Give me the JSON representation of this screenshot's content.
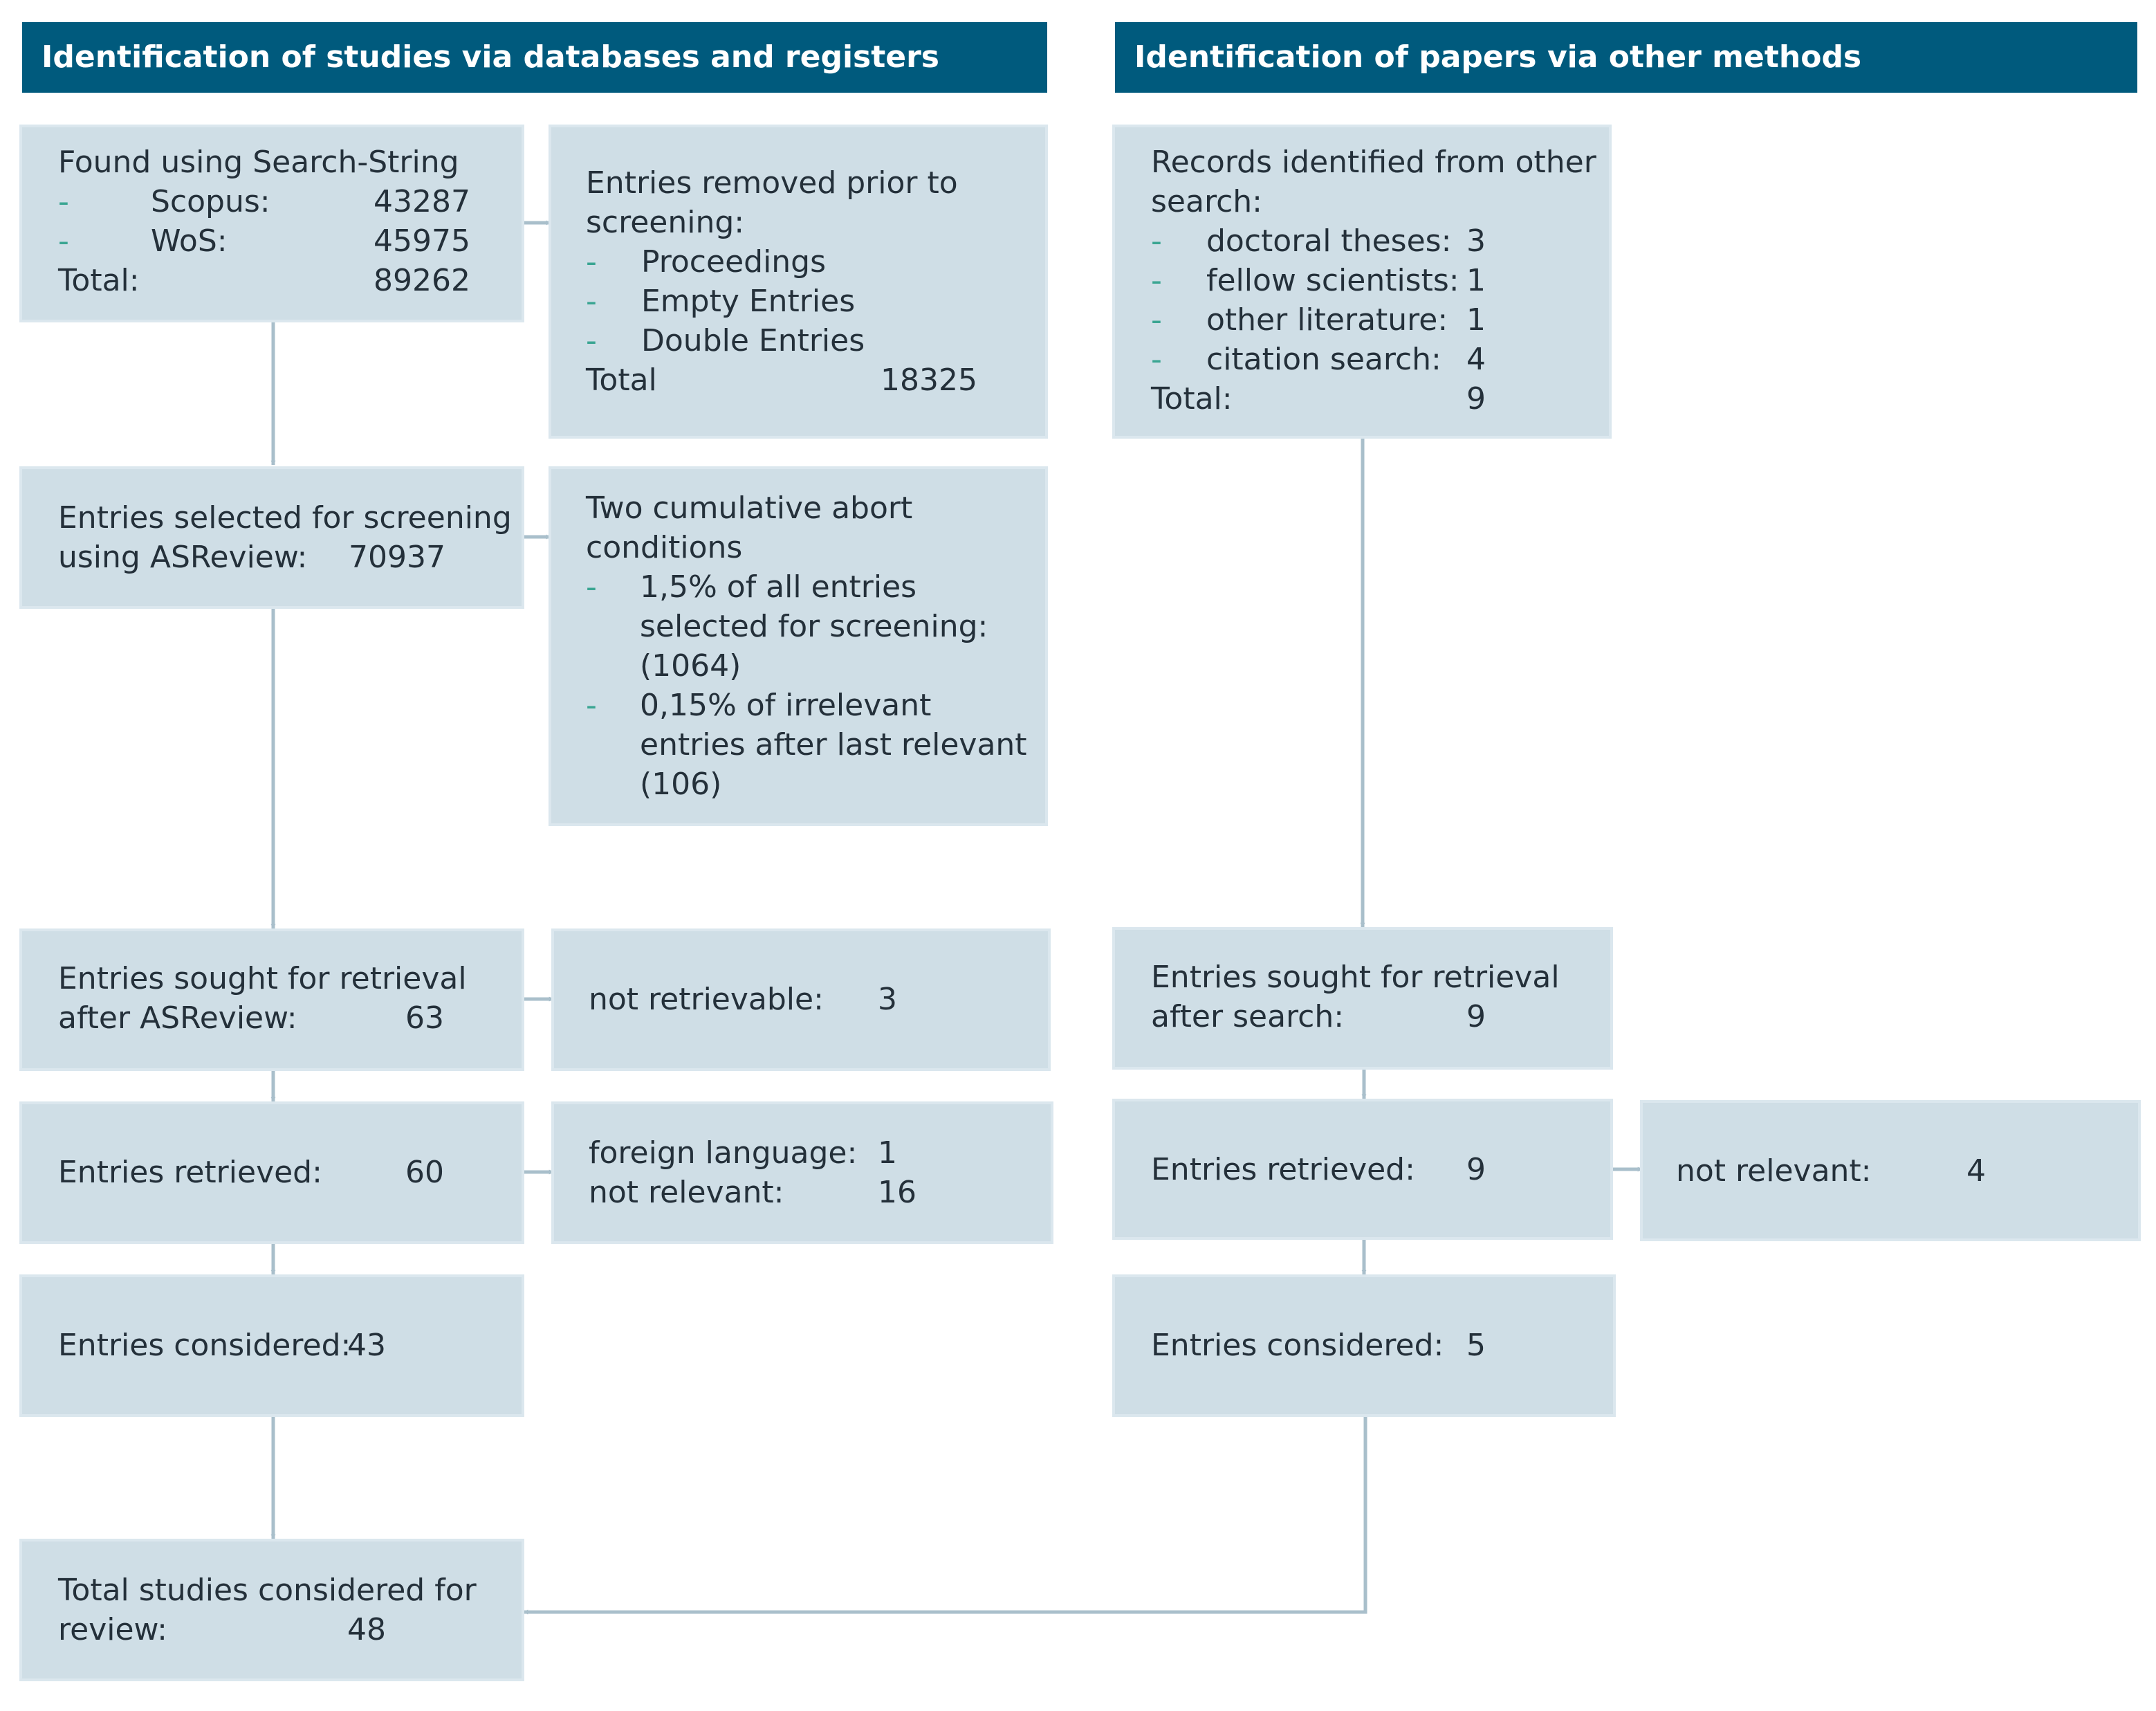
{
  "headers": {
    "left": "Identification of studies via databases and registers",
    "right": "Identification of papers via other methods"
  },
  "left": {
    "found": {
      "title": "Found using Search-String",
      "items": [
        {
          "label": "Scopus:",
          "value": "43287"
        },
        {
          "label": "WoS:",
          "value": "45975"
        }
      ],
      "total_label": "Total:",
      "total_value": "89262"
    },
    "removed": {
      "title_lines": [
        "Entries removed prior to",
        "screening:"
      ],
      "items": [
        "Proceedings",
        "Empty Entries",
        "Double Entries"
      ],
      "total_label": "Total",
      "total_value": "18325"
    },
    "selected": {
      "line1": "Entries selected for screening",
      "line2_label": "using ASReview:",
      "value": "70937"
    },
    "abort": {
      "title_lines": [
        "Two cumulative abort",
        "conditions"
      ],
      "items": [
        {
          "lines": [
            "1,5% of all entries",
            "selected for screening:",
            "(1064)"
          ]
        },
        {
          "lines": [
            "0,15% of irrelevant",
            "entries after last relevant",
            "(106)"
          ]
        }
      ]
    },
    "sought": {
      "line1": "Entries sought for retrieval",
      "line2_label": "after ASReview:",
      "value": "63"
    },
    "not_retrievable": {
      "label": "not retrievable:",
      "value": "3"
    },
    "retrieved": {
      "label": "Entries retrieved:",
      "value": "60"
    },
    "excluded": {
      "items": [
        {
          "label": "foreign language:",
          "value": "1"
        },
        {
          "label": "not relevant:",
          "value": "16"
        }
      ]
    },
    "considered": {
      "label": "Entries considered:",
      "value": "43"
    },
    "total_review": {
      "line1": "Total studies considered for",
      "line2_label": "review:",
      "value": "48"
    }
  },
  "right": {
    "records": {
      "title_lines": [
        "Records identified from other",
        "search:"
      ],
      "items": [
        {
          "label": "doctoral theses:",
          "value": "3"
        },
        {
          "label": "fellow scientists:",
          "value": "1"
        },
        {
          "label": "other literature:",
          "value": "1"
        },
        {
          "label": "citation search:",
          "value": "4"
        }
      ],
      "total_label": "Total:",
      "total_value": "9"
    },
    "sought": {
      "line1": "Entries sought for retrieval",
      "line2_label": "after search:",
      "value": "9"
    },
    "retrieved": {
      "label": "Entries retrieved:",
      "value": "9"
    },
    "not_relevant": {
      "label": "not relevant:",
      "value": "4"
    },
    "considered": {
      "label": "Entries considered:",
      "value": "5"
    }
  },
  "bullet_char": "-",
  "colors": {
    "header_bg": "#005a7d",
    "box_bg": "#cfdee6",
    "connector": "#a9bfcb",
    "bullet": "#3aa592"
  }
}
